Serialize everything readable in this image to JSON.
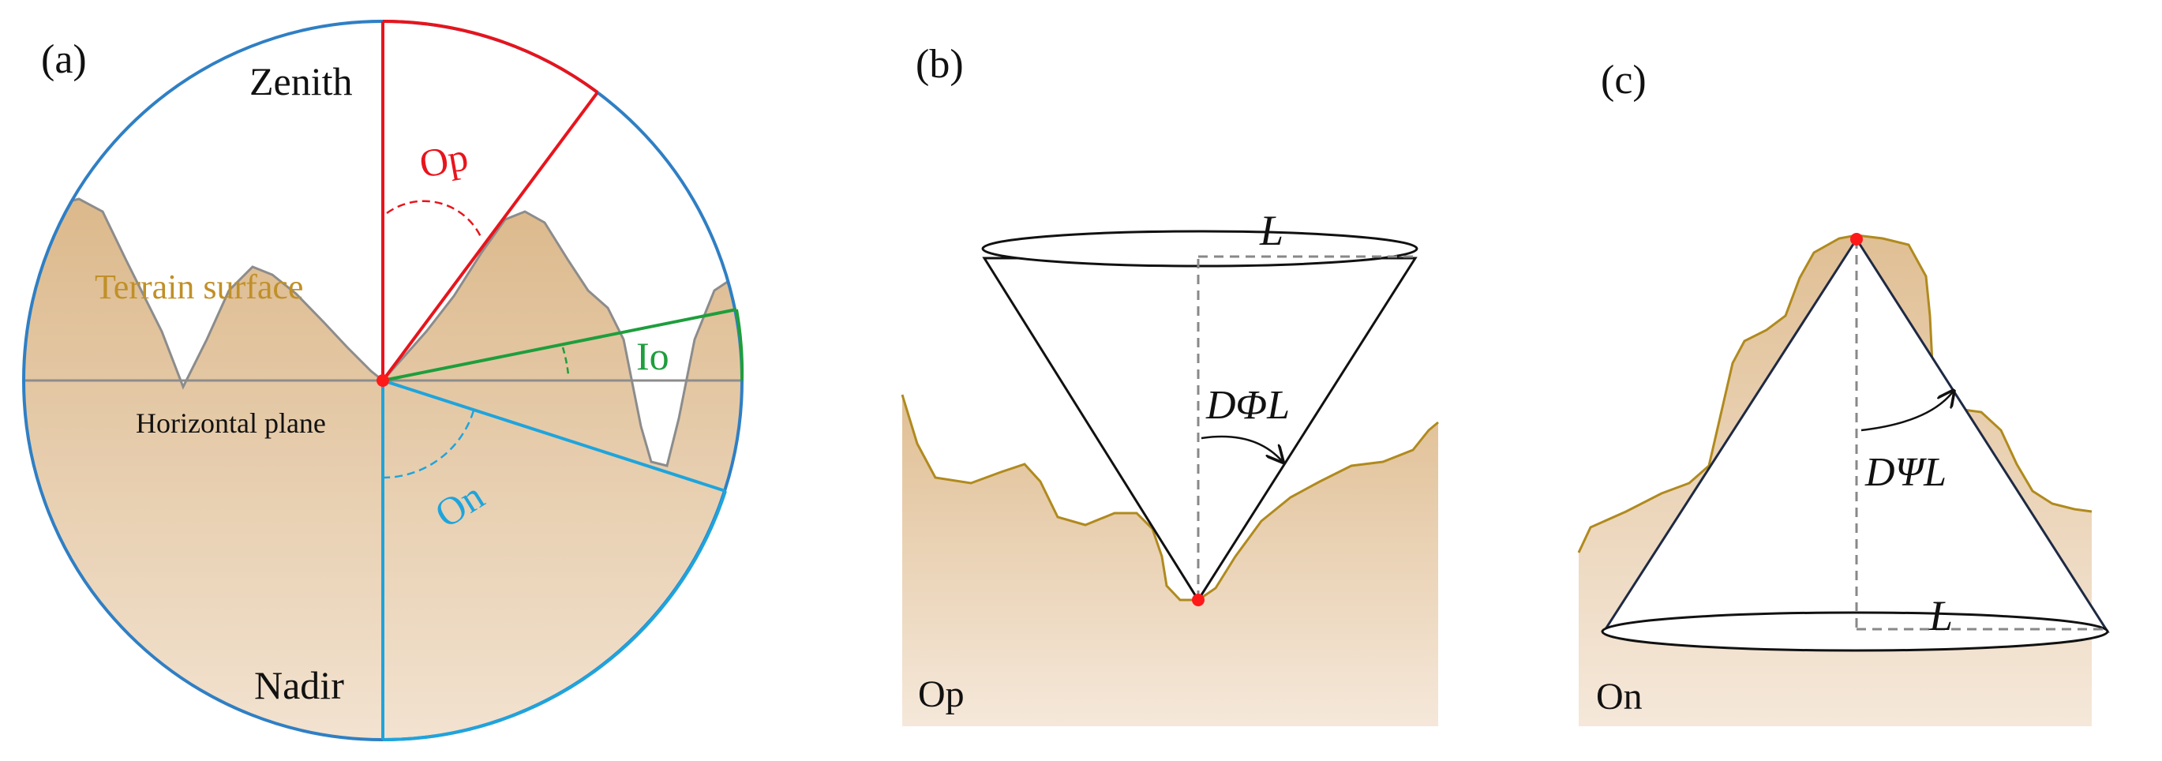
{
  "panel_a": {
    "label": "(a)",
    "zenith": "Zenith",
    "nadir": "Nadir",
    "terrain_surface": "Terrain surface",
    "horizontal_plane": "Horizontal plane",
    "op": "Op",
    "io": "Io",
    "on": "On"
  },
  "panel_b": {
    "label": "(b)",
    "L": "L",
    "angle": "DΦL",
    "corner": "Op"
  },
  "panel_c": {
    "label": "(c)",
    "L": "L",
    "angle": "DΨL",
    "corner": "On"
  },
  "colors": {
    "openness_positive": "#e8141c",
    "openness_negative": "#1fa4dc",
    "inclination": "#1e9e3c",
    "circle": "#2f7fc4",
    "terrain_fill_top": "#dcb98c",
    "terrain_fill_bottom": "#f4e6d6",
    "terrain_outline_a": "#8c8c8c",
    "terrain_outline_bc": "#b08a1e",
    "terrain_text": "#c09028",
    "point": "#ff1a1a"
  }
}
